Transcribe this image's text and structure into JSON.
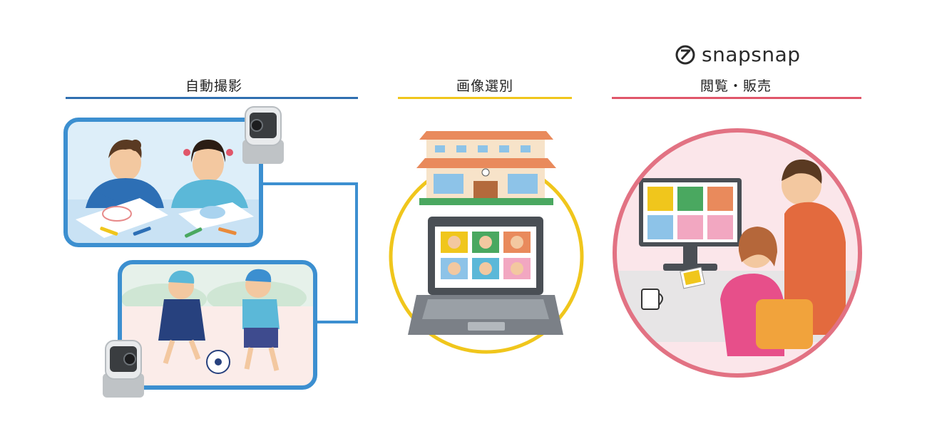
{
  "brand": {
    "name": "snapsnap",
    "icon": "snapsnap-logo-icon"
  },
  "sections": [
    {
      "id": "auto",
      "title": "自動撮影",
      "color": "#2f6fb0"
    },
    {
      "id": "select",
      "title": "画像選別",
      "color": "#f0c61c"
    },
    {
      "id": "view",
      "title": "閲覧・販売",
      "color": "#e0566a"
    }
  ],
  "colors": {
    "blue_frame": "#3c8fd0",
    "yellow_ring": "#f0c61c",
    "pink_ring": "#e27283",
    "connector_blue": "#9ec9e8",
    "connector_pink": "#eeaab4"
  },
  "icons": [
    "pan-tilt-camera-icon",
    "school-building-icon",
    "laptop-icon",
    "monitor-icon",
    "coffee-mug-icon",
    "soccer-ball-icon",
    "crayon-icon"
  ]
}
